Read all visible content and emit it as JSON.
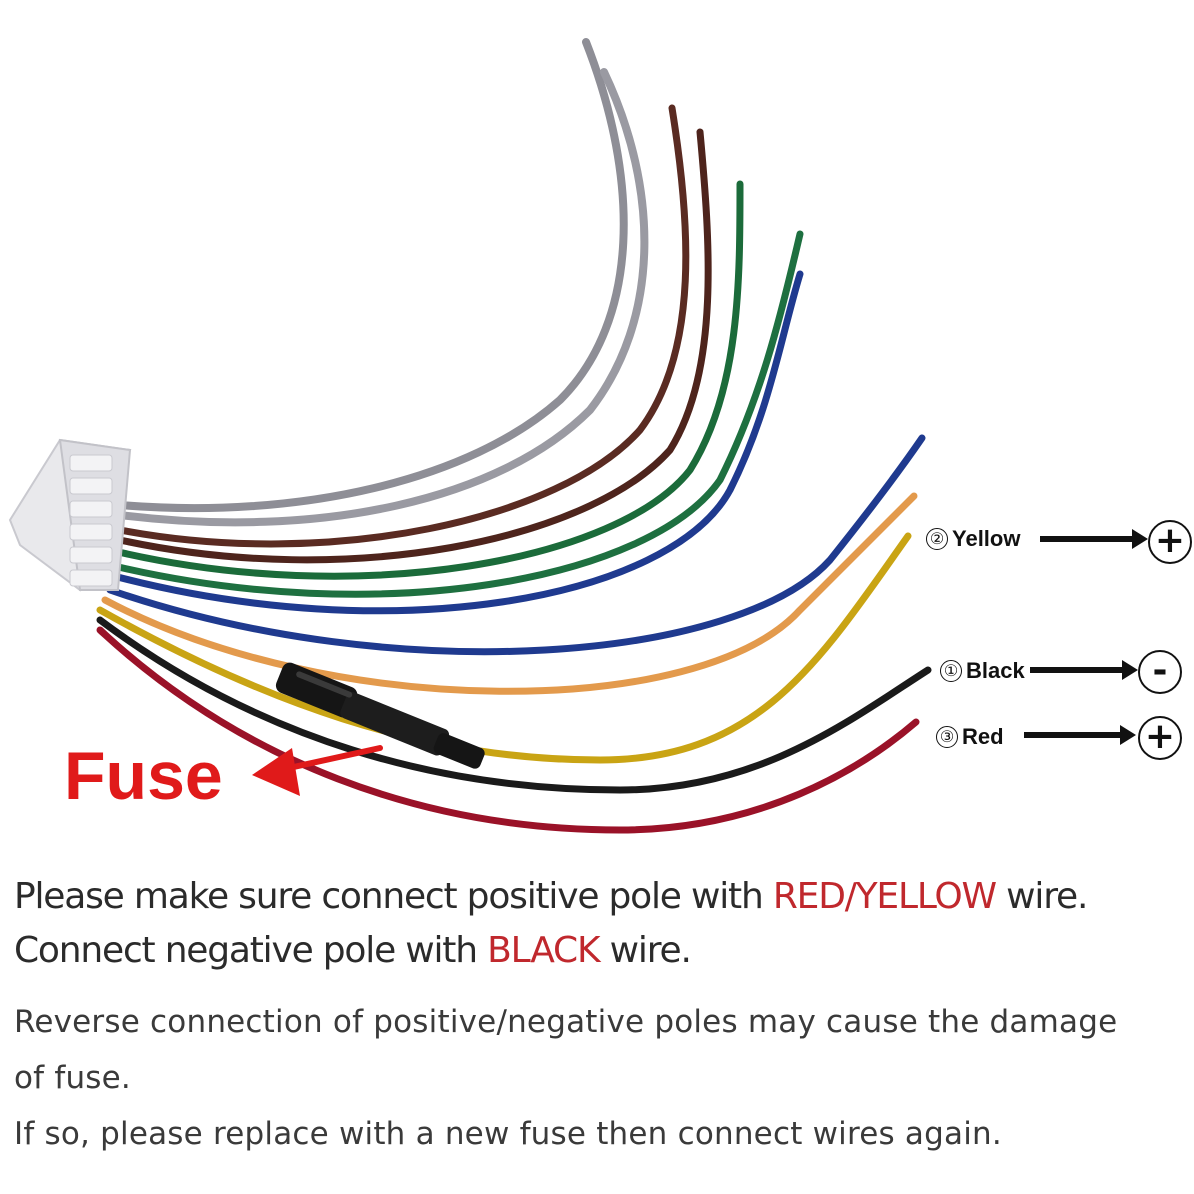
{
  "wire_labels": [
    {
      "number": "②",
      "name": "Yellow",
      "pole": "+"
    },
    {
      "number": "①",
      "name": "Black",
      "pole": "-"
    },
    {
      "number": "③",
      "name": "Red",
      "pole": "+"
    }
  ],
  "fuse_label": "Fuse",
  "instructions": {
    "line1_pre": "Please make sure connect positive pole with ",
    "line1_highlight": "RED/YELLOW",
    "line1_post": " wire.",
    "line2_pre": "Connect negative pole with ",
    "line2_highlight": "BLACK",
    "line2_post": " wire."
  },
  "notes": {
    "line1": "Reverse connection of positive/negative poles may cause the damage",
    "line2": "of fuse.",
    "line3": "If so, please replace with a new fuse then connect wires again."
  },
  "colors": {
    "accent_red": "#e01a1a",
    "highlight_red": "#c0282d",
    "wire_gray": "#8e8e96",
    "wire_brown": "#5a2b22",
    "wire_green": "#1b6b3a",
    "wire_blue": "#1f3a8f",
    "wire_orange": "#e39a4c",
    "wire_yellow": "#c9a414",
    "wire_black": "#1a1a1a",
    "wire_red": "#9a1228"
  }
}
